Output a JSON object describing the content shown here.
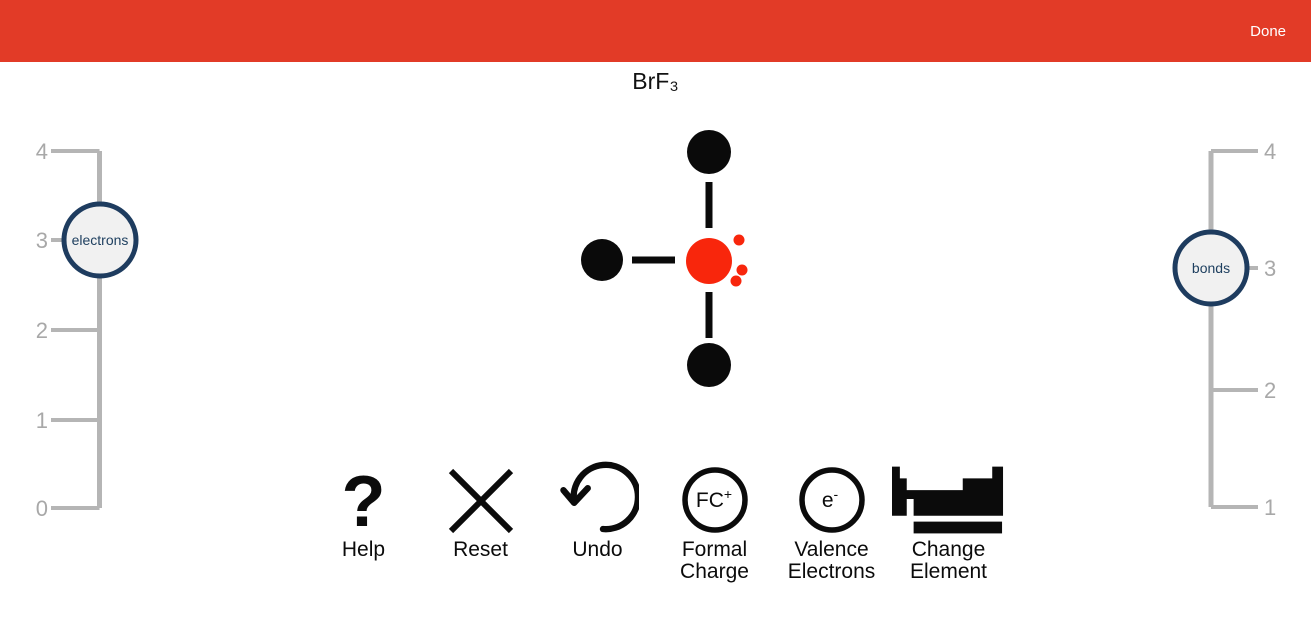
{
  "colors": {
    "header_red": "#e23b27",
    "atom_red": "#f8260c",
    "atom_black": "#0a0a0a",
    "slider_track": "#b5b5b5",
    "tick_label": "#a8a8a8",
    "knob_fill": "#f1f1f1",
    "knob_border": "#1e3c5f",
    "knob_text": "#1f4060",
    "icon_black": "#0b0b0b"
  },
  "header": {
    "done_label": "Done"
  },
  "title": "BrF₃",
  "sliders": {
    "electrons": {
      "label": "electrons",
      "value": 3,
      "min": 0,
      "max": 4,
      "tick_labels": [
        "4",
        "3",
        "2",
        "1",
        "0"
      ]
    },
    "bonds": {
      "label": "bonds",
      "value": 3,
      "min": 1,
      "max": 4,
      "tick_labels": [
        "4",
        "3",
        "2",
        "1"
      ]
    }
  },
  "molecule": {
    "terminal_atom_count": 3,
    "bond_count": 3,
    "unpaired_electron_dot_count": 3
  },
  "toolbar": {
    "items": [
      {
        "id": "help",
        "label_lines": [
          "Help"
        ]
      },
      {
        "id": "reset",
        "label_lines": [
          "Reset"
        ]
      },
      {
        "id": "undo",
        "label_lines": [
          "Undo"
        ]
      },
      {
        "id": "formal-charge",
        "icon_text": {
          "main": "FC",
          "sup": "+"
        },
        "label_lines": [
          "Formal",
          "Charge"
        ]
      },
      {
        "id": "valence-electrons",
        "icon_text": {
          "main": "e",
          "sup": "-"
        },
        "label_lines": [
          "Valence",
          "Electrons"
        ]
      },
      {
        "id": "change-element",
        "label_lines": [
          "Change",
          "Element"
        ]
      }
    ]
  }
}
